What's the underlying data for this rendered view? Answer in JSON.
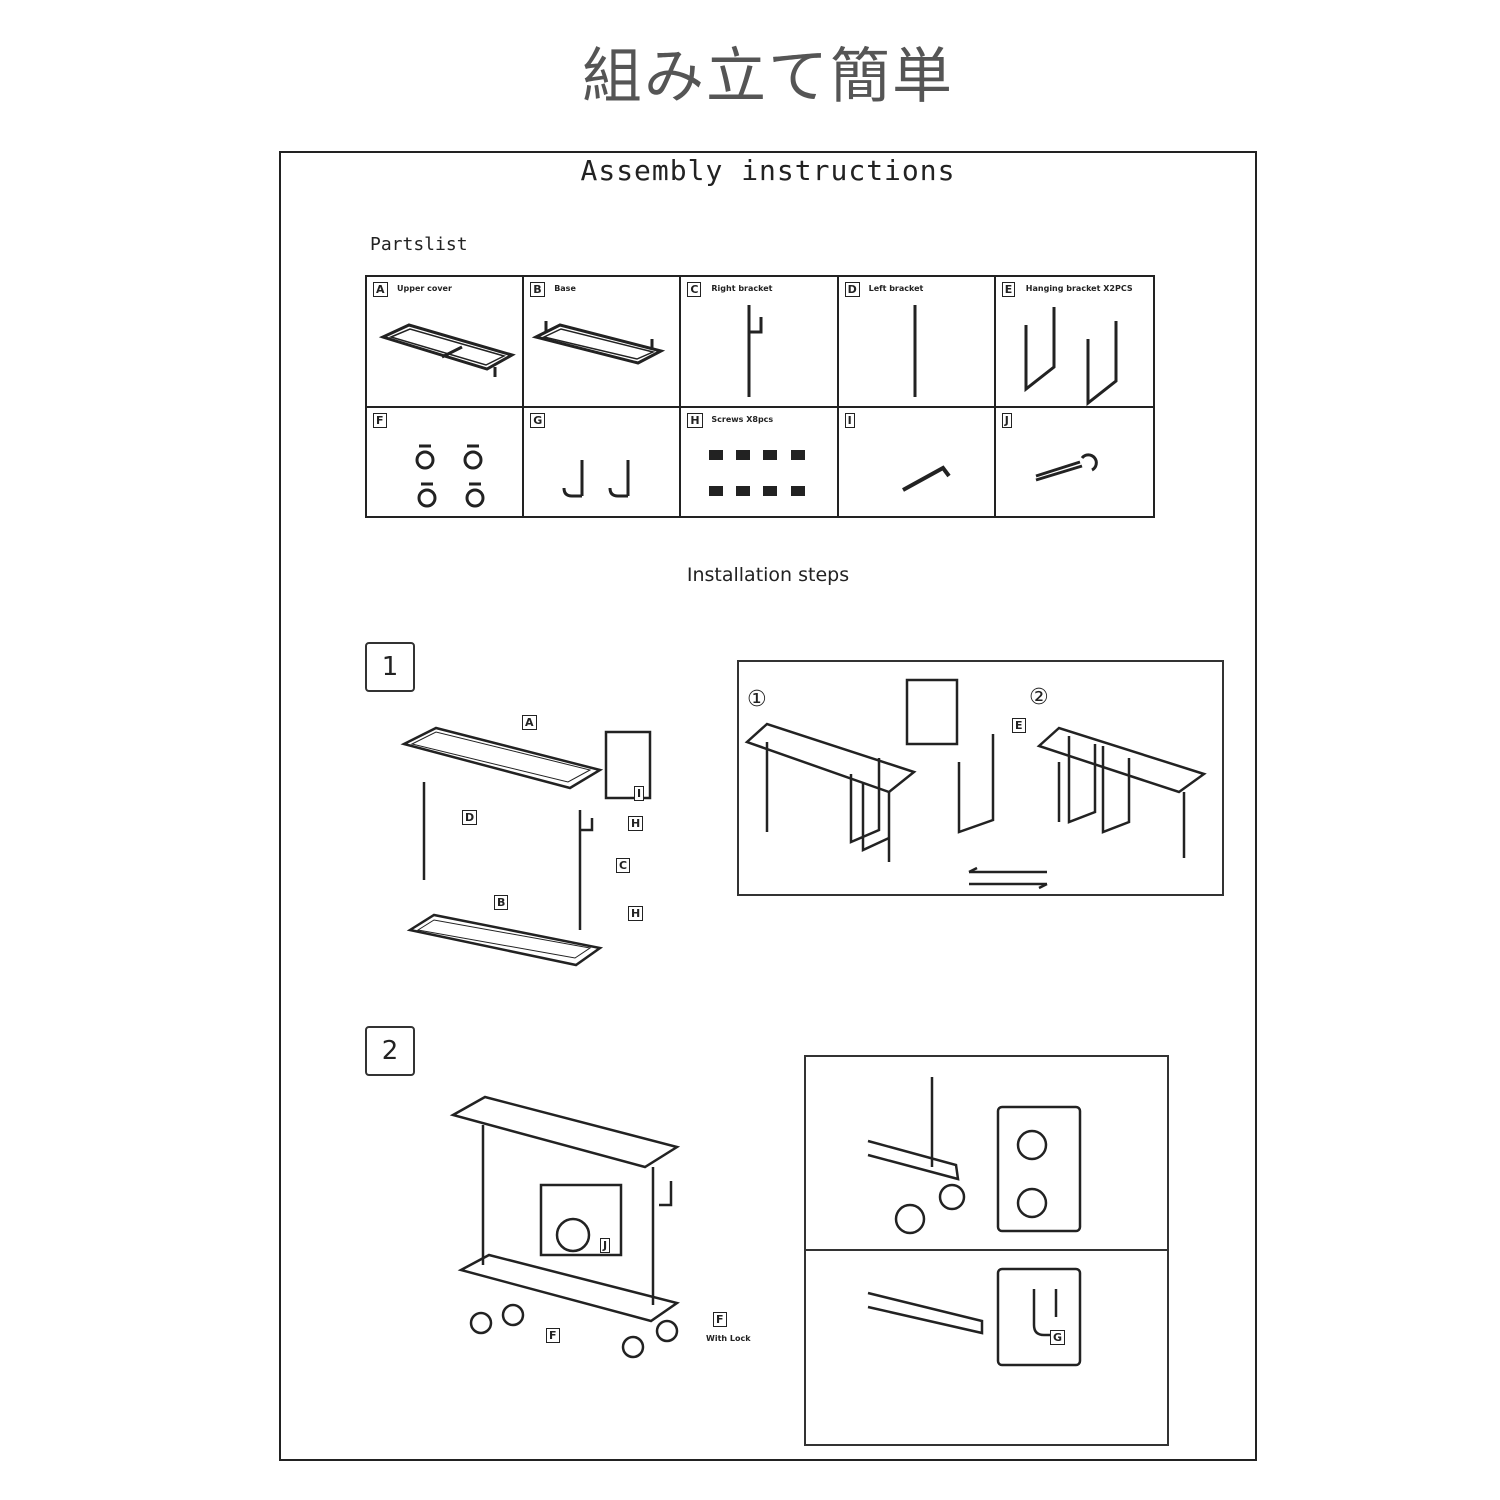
{
  "page_title": "組み立て簡単",
  "document": {
    "heading": "Assembly instructions",
    "parts_list_label": "Partslist",
    "parts": [
      {
        "letter": "A",
        "name": "Upper cover"
      },
      {
        "letter": "B",
        "name": "Base"
      },
      {
        "letter": "C",
        "name": "Right bracket"
      },
      {
        "letter": "D",
        "name": "Left bracket"
      },
      {
        "letter": "E",
        "name": "Hanging bracket X2PCS"
      },
      {
        "letter": "F",
        "name": ""
      },
      {
        "letter": "G",
        "name": ""
      },
      {
        "letter": "H",
        "name": "Screws X8pcs"
      },
      {
        "letter": "I",
        "name": ""
      },
      {
        "letter": "J",
        "name": ""
      }
    ],
    "installation_label": "Installation steps",
    "step1": {
      "number": "1",
      "sub1": "①",
      "sub2": "②",
      "labels": [
        "A",
        "D",
        "H",
        "C",
        "B",
        "H",
        "I",
        "E"
      ]
    },
    "step2": {
      "number": "2",
      "with_lock": "With Lock",
      "labels": [
        "J",
        "F",
        "F",
        "G"
      ]
    }
  }
}
